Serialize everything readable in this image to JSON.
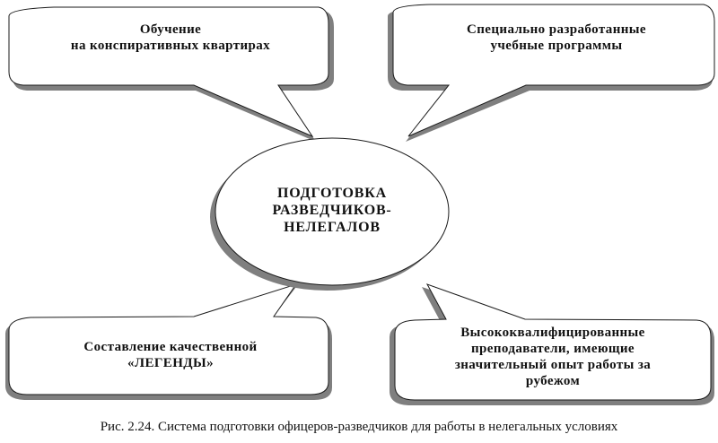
{
  "diagram": {
    "center": {
      "text": "ПОДГОТОВКА\nРАЗВЕДЧИКОВ-\nНЕЛЕГАЛОВ"
    },
    "callouts": [
      {
        "id": "top-left",
        "text": "Обучение\nна конспиративных квартирах"
      },
      {
        "id": "top-right",
        "text": "Специально разработанные\nучебные программы"
      },
      {
        "id": "bottom-left",
        "text": "Составление качественной\n«ЛЕГЕНДЫ»"
      },
      {
        "id": "bottom-right",
        "text": "Высококвалифицированные\nпреподаватели, имеющие\nзначительный опыт работы за\nрубежом"
      }
    ],
    "colors": {
      "fill": "#ffffff",
      "stroke": "#1a1a1a",
      "shadow": "#7f7f7f"
    }
  },
  "caption": "Рис. 2.24. Система подготовки офицеров-разведчиков для работы в нелегальных условиях"
}
